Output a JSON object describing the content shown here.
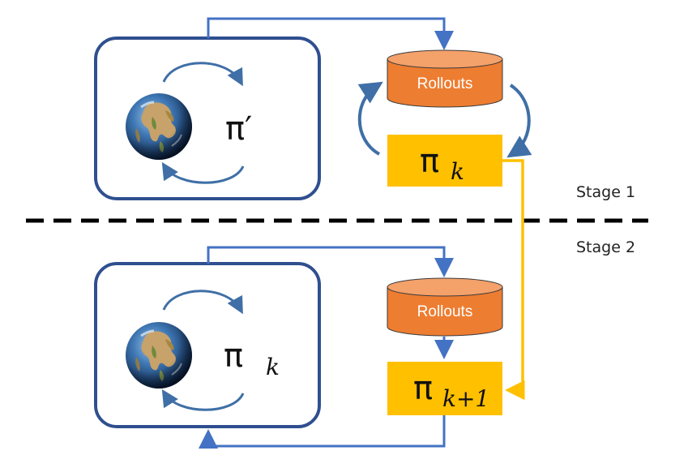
{
  "stage1": {
    "label": "Stage 1",
    "env_policy": "π′",
    "rollouts": "Rollouts",
    "policy_symbol": "π",
    "policy_sub": "k"
  },
  "stage2": {
    "label": "Stage 2",
    "env_policy_symbol": "π",
    "env_policy_sub": "k",
    "rollouts": "Rollouts",
    "policy_symbol": "π",
    "policy_sub": "k+1"
  },
  "colors": {
    "box_border": "#2f4f8f",
    "cycle_arrow": "#3f6fa6",
    "flow_arrow": "#4472c4",
    "rollout_fill": "#ed7d31",
    "rollout_top": "#f4a16a",
    "policy_fill": "#ffc000",
    "transfer_arrow": "#ffc000",
    "divider": "#000000"
  },
  "icons": [
    "earth-icon"
  ]
}
